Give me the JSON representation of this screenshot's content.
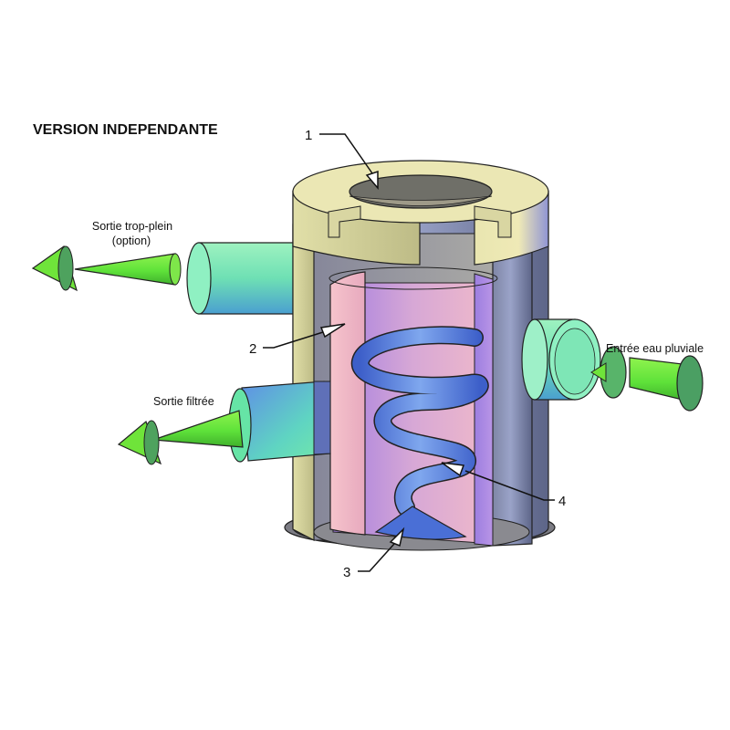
{
  "title": "VERSION INDEPENDANTE",
  "labels": {
    "overflow_line1": "Sortie trop-plein",
    "overflow_line2": "(option)",
    "filtered_outlet": "Sortie filtrée",
    "rain_inlet": "Entrée eau pluviale"
  },
  "callouts": {
    "c1": "1",
    "c2": "2",
    "c3": "3",
    "c4": "4"
  },
  "colors": {
    "ring": "#ece8b2",
    "base": "#7c7c84",
    "pipe_green": "#8ff0b0",
    "pipe_blue": "#4f82e2",
    "flow_arrow": "#6bea36",
    "screen": "#f1b8c8",
    "spiral": "#5a78d6"
  }
}
